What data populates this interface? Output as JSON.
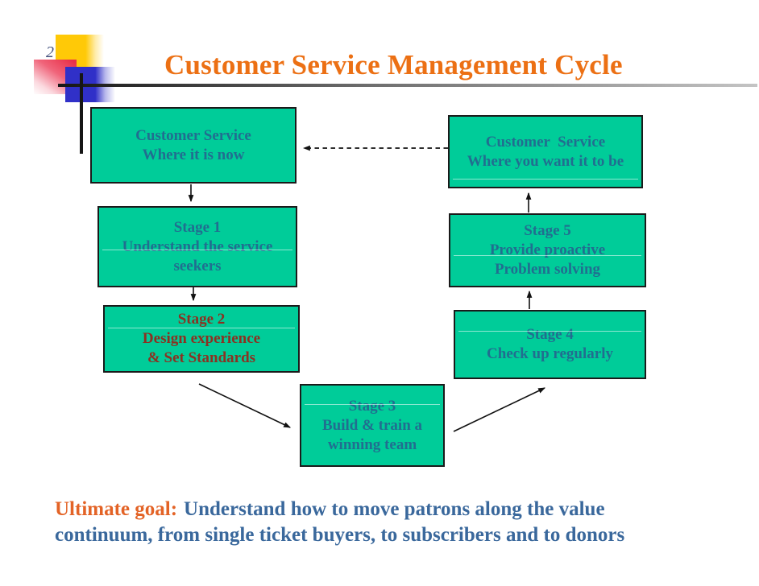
{
  "slide": {
    "page_number": "2",
    "title": "Customer Service Management Cycle"
  },
  "diagram": {
    "boxes": {
      "current_state": {
        "label": "Customer Service\nWhere it is now"
      },
      "desired_state": {
        "label": "Customer  Service\nWhere you want it to be"
      },
      "stage1": {
        "label": "Stage 1\nUnderstand the service\nseekers"
      },
      "stage2": {
        "label": "Stage 2\nDesign experience\n& Set Standards"
      },
      "stage3": {
        "label": "Stage 3\nBuild & train a\nwinning team"
      },
      "stage4": {
        "label": "Stage 4\nCheck up regularly"
      },
      "stage5": {
        "label": "Stage 5\nProvide proactive\nProblem solving"
      }
    },
    "connections": [
      {
        "from": "desired_state",
        "to": "current_state",
        "style": "dashed"
      },
      {
        "from": "current_state",
        "to": "stage1",
        "style": "solid"
      },
      {
        "from": "stage1",
        "to": "stage2",
        "style": "solid"
      },
      {
        "from": "stage2",
        "to": "stage3",
        "style": "solid"
      },
      {
        "from": "stage3",
        "to": "stage4",
        "style": "solid"
      },
      {
        "from": "stage4",
        "to": "stage5",
        "style": "solid"
      },
      {
        "from": "stage5",
        "to": "desired_state",
        "style": "solid"
      }
    ]
  },
  "goal": {
    "label": "Ultimate goal:",
    "text": "Understand how to move patrons along the value\ncontinuum, from single ticket buyers, to subscribers and to donors"
  },
  "colors": {
    "box_fill": "#00cc99",
    "box_border": "#1a1a1a",
    "box_text": "#216e90",
    "stage2_text": "#8a3222",
    "title_text": "#ec7014",
    "goal_label_text": "#e36326",
    "goal_body_text": "#3a689c",
    "arrow": "#111111",
    "decor_yellow": "#ffc907",
    "decor_red": "#e93049",
    "decor_blue": "#3030c8",
    "slide_number_text": "#44517e"
  }
}
